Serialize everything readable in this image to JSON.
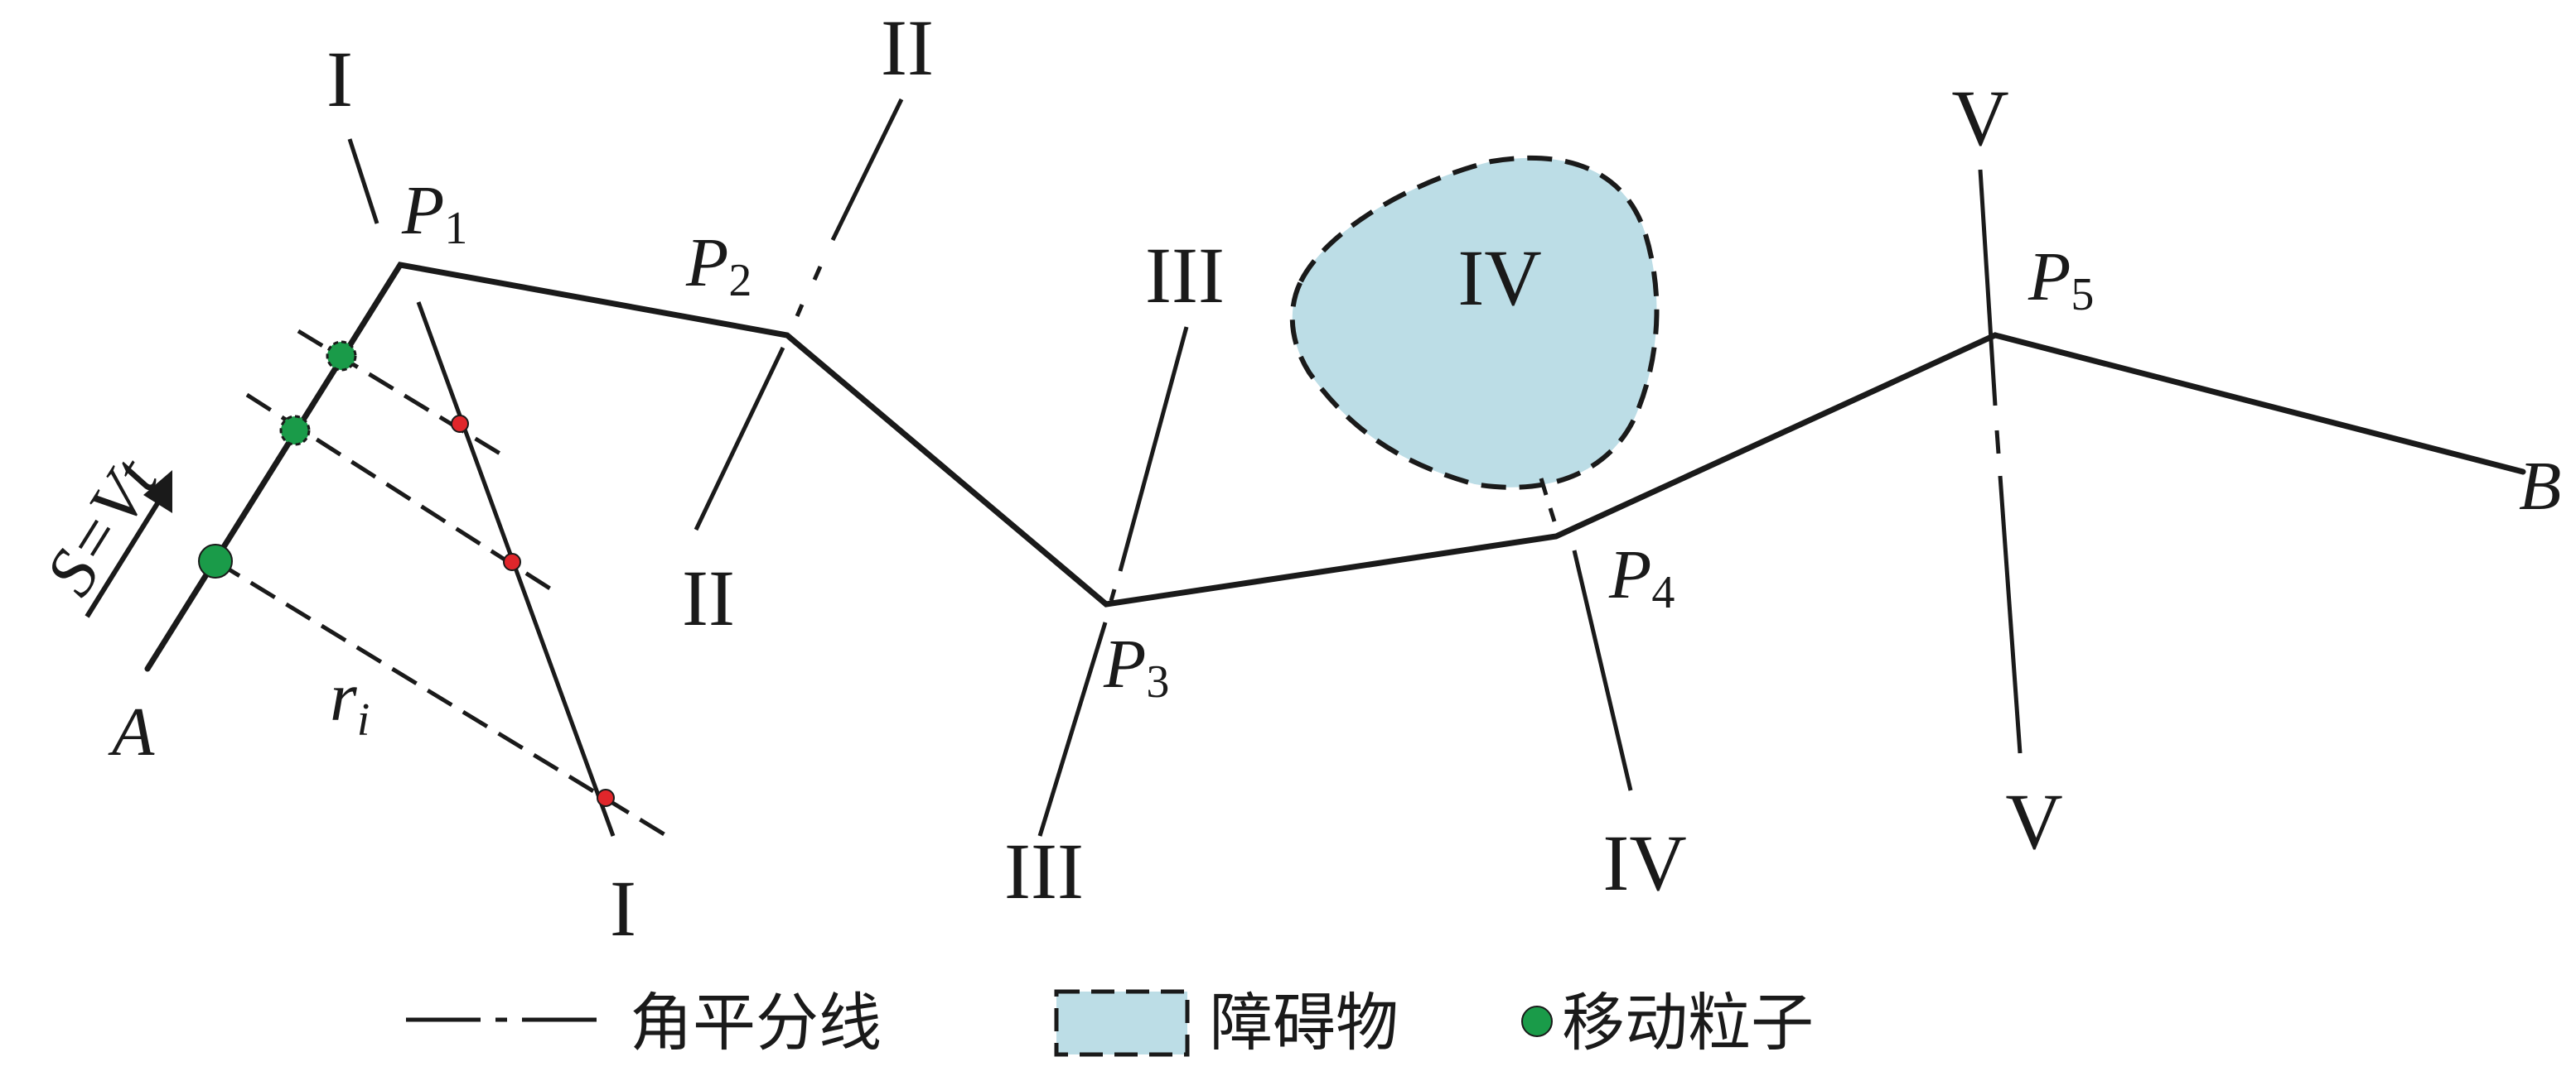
{
  "colors": {
    "line": "#1a1a1a",
    "obstacle_fill": "#bcdde6",
    "particle": "#1a9b49",
    "bisector_point": "#e0262b"
  },
  "points": {
    "start": "A",
    "end": "B",
    "waypoints": [
      "P",
      "P",
      "P",
      "P",
      "P"
    ],
    "subscripts": [
      "1",
      "2",
      "3",
      "4",
      "5"
    ]
  },
  "bisectors": [
    "I",
    "II",
    "III",
    "IV",
    "V"
  ],
  "obstacle_label": "IV",
  "distance_label": "r",
  "distance_sub": "i",
  "motion_label": "S=Vt",
  "legend": {
    "bisector": "角平分线",
    "obstacle": "障碍物",
    "particle": "移动粒子"
  }
}
